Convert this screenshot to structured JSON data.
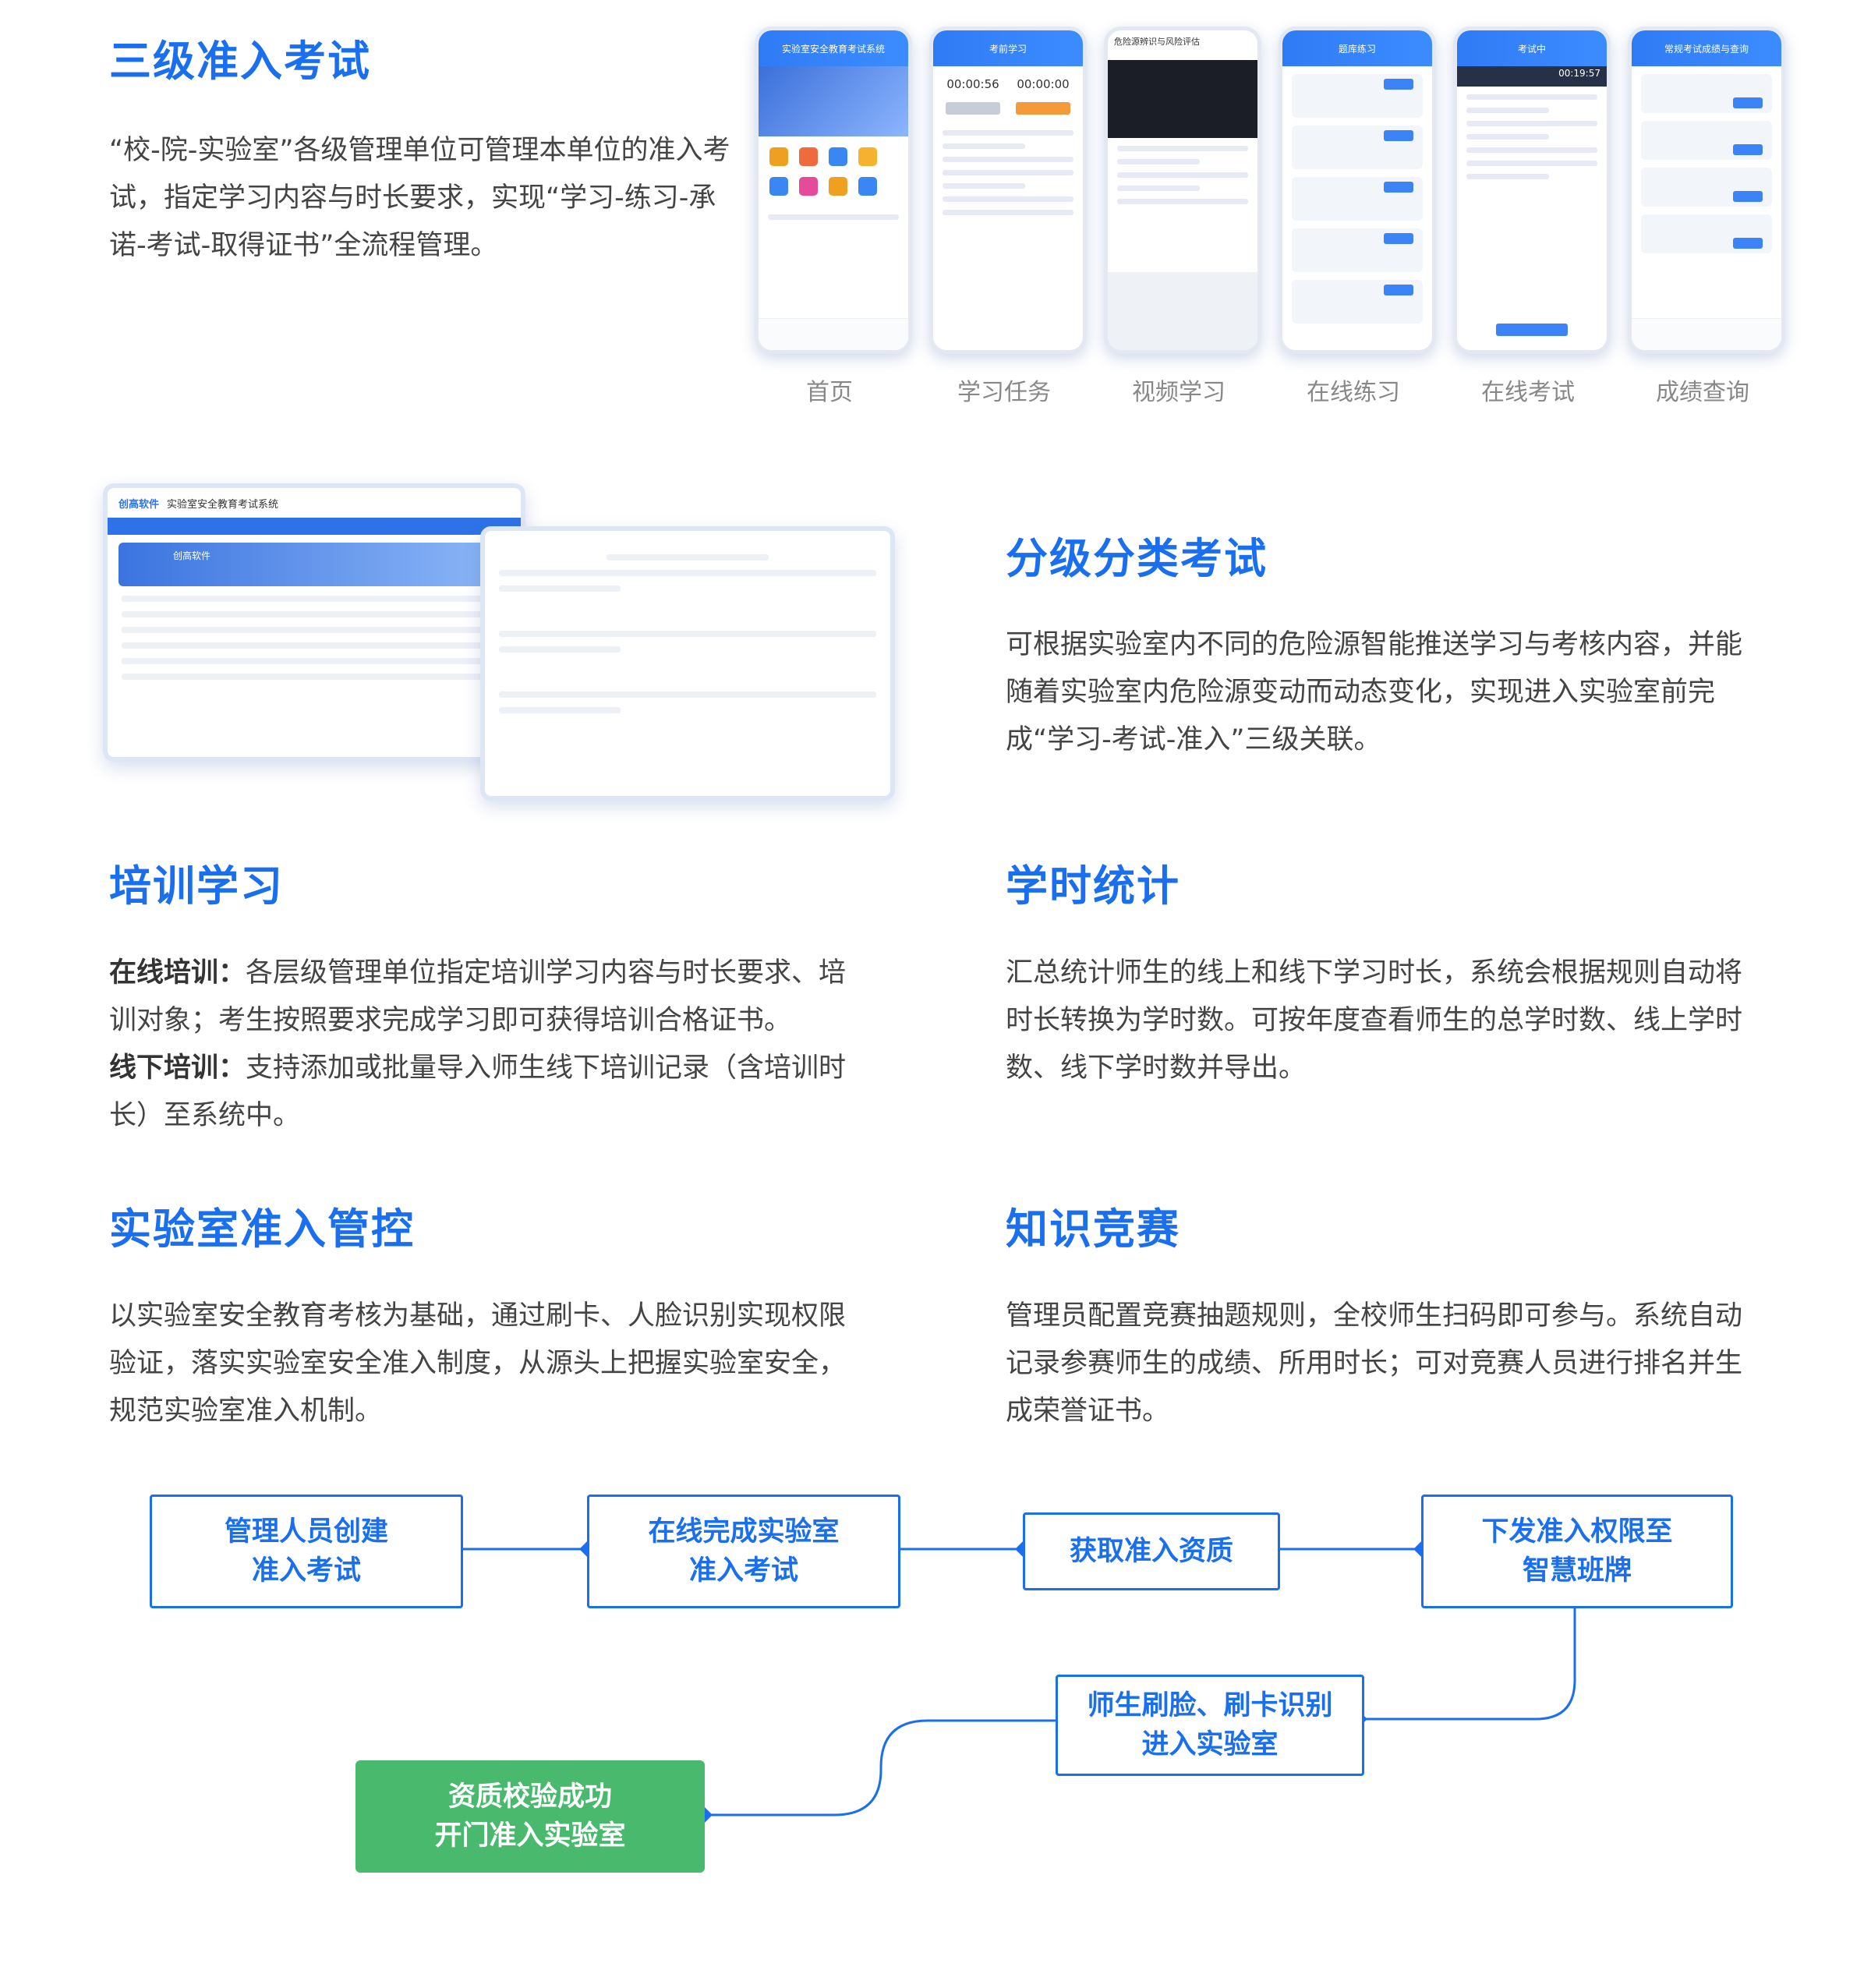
{
  "sections": {
    "exam": {
      "title": "三级准入考试",
      "desc": "“校-院-实验室”各级管理单位可管理本单位的准入考试，指定学习内容与时长要求，实现“学习-练习-承诺-考试-取得证书”全流程管理。"
    },
    "graded": {
      "title": "分级分类考试",
      "desc": "可根据实验室内不同的危险源智能推送学习与考核内容，并能随着实验室内危险源变动而动态变化，实现进入实验室前完成“学习-考试-准入”三级关联。"
    },
    "training": {
      "title": "培训学习",
      "online_label": "在线培训：",
      "online_text": "各层级管理单位指定培训学习内容与时长要求、培训对象；考生按照要求完成学习即可获得培训合格证书。",
      "offline_label": "线下培训：",
      "offline_text": "支持添加或批量导入师生线下培训记录（含培训时长）至系统中。"
    },
    "hours": {
      "title": "学时统计",
      "desc": "汇总统计师生的线上和线下学习时长，系统会根据规则自动将时长转换为学时数。可按年度查看师生的总学时数、线上学时数、线下学时数并导出。"
    },
    "access": {
      "title": "实验室准入管控",
      "desc": "以实验室安全教育考核为基础，通过刷卡、人脸识别实现权限验证，落实实验室安全准入制度，从源头上把握实验室安全，规范实验室准入机制。"
    },
    "contest": {
      "title": "知识竞赛",
      "desc": "管理员配置竞赛抽题规则，全校师生扫码即可参与。系统自动记录参赛师生的成绩、所用时长；可对竞赛人员进行排名并生成荣誉证书。"
    }
  },
  "phones": [
    {
      "caption": "首页",
      "header": "实验室安全教育考试系统"
    },
    {
      "caption": "学习任务",
      "header": "考前学习",
      "timer_a": "00:00:56",
      "timer_b": "00:00:00"
    },
    {
      "caption": "视频学习",
      "header": "危险源辨识与风险评估"
    },
    {
      "caption": "在线练习",
      "header": "题库练习"
    },
    {
      "caption": "在线考试",
      "header": "考试中",
      "timer": "00:19:57"
    },
    {
      "caption": "成绩查询",
      "header": "常规考试成绩与查询"
    }
  ],
  "desktop": {
    "brand": "创高软件",
    "system": "实验室安全教育考试系统",
    "profile": "创高软件"
  },
  "flow": {
    "step1": [
      "管理人员创建",
      "准入考试"
    ],
    "step2": [
      "在线完成实验室",
      "准入考试"
    ],
    "step3": [
      "获取准入资质"
    ],
    "step4": [
      "下发准入权限至",
      "智慧班牌"
    ],
    "step5": [
      "师生刷脸、刷卡识别",
      "进入实验室"
    ],
    "step6": [
      "资质校验成功",
      "开门准入实验室"
    ]
  },
  "colors": {
    "accent": "#1a6ff0",
    "success": "#48b96d"
  }
}
